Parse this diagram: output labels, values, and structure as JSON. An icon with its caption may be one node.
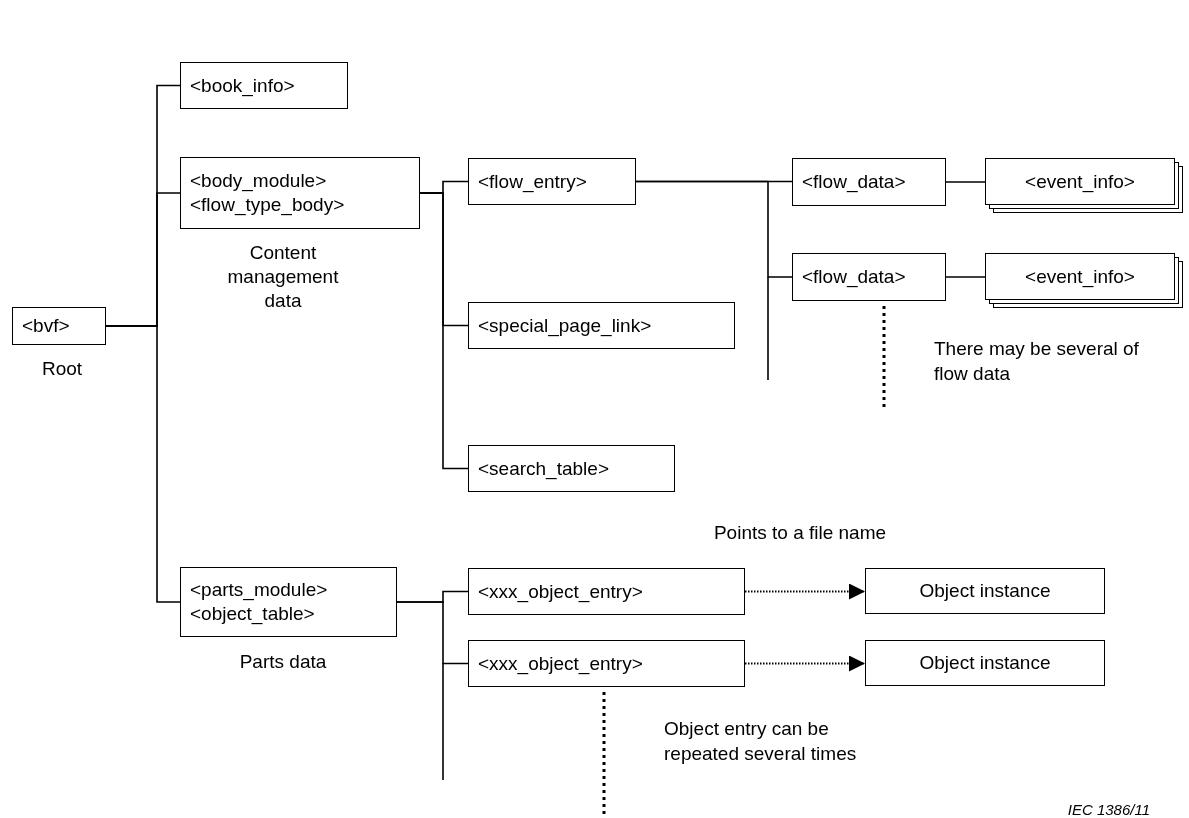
{
  "diagram": {
    "nodes": [
      {
        "text": [
          "<bvf>"
        ],
        "beside": [
          "Root"
        ]
      },
      {
        "text": [
          "<book_info>"
        ]
      },
      {
        "text": [
          "<body_module>",
          "<flow_type_body>"
        ],
        "beside": [
          "Content management data"
        ]
      },
      {
        "text": [
          "<flow_entry>"
        ]
      },
      {
        "text": [
          "<special_page_link>"
        ]
      },
      {
        "text": [
          "<search_table>"
        ]
      },
      {
        "text": [
          "<flow_data>"
        ]
      },
      {
        "text": [
          "<event_info>"
        ]
      },
      {
        "text": [
          "<flow_data>"
        ]
      },
      {
        "text": [
          "<event_info>"
        ]
      },
      {
        "text": [
          "<parts_module>",
          "<object_table>"
        ],
        "beside": [
          "Parts data"
        ]
      },
      {
        "text": [
          "<xxx_object_entry>"
        ]
      },
      {
        "text": [
          "<xxx_object_entry>"
        ]
      },
      {
        "text": [
          "Object instance"
        ]
      },
      {
        "text": [
          "Object instance"
        ]
      }
    ],
    "edges": [
      {
        "from": 0,
        "to": 1,
        "arrow": "none"
      },
      {
        "from": 0,
        "to": 2,
        "arrow": "none"
      },
      {
        "from": 0,
        "to": 10,
        "arrow": "none"
      },
      {
        "from": 2,
        "to": 3,
        "arrow": "none"
      },
      {
        "from": 2,
        "to": 4,
        "arrow": "none"
      },
      {
        "from": 2,
        "to": 5,
        "arrow": "none"
      },
      {
        "from": 3,
        "to": 6,
        "arrow": "none"
      },
      {
        "from": 3,
        "to": 8,
        "arrow": "none"
      },
      {
        "from": 6,
        "to": 7,
        "arrow": "none"
      },
      {
        "from": 8,
        "to": 9,
        "arrow": "none"
      },
      {
        "from": 10,
        "to": 11,
        "arrow": "none"
      },
      {
        "from": 10,
        "to": 12,
        "arrow": "none"
      },
      {
        "from": 11,
        "to": 13,
        "arrow": "to",
        "style": "dashed"
      },
      {
        "from": 12,
        "to": 14,
        "arrow": "to",
        "style": "dashed"
      }
    ],
    "labels": [
      "There may be several of flow data",
      "Points to a file name",
      "Object entry can be repeated several times",
      "IEC 1386/11"
    ]
  }
}
